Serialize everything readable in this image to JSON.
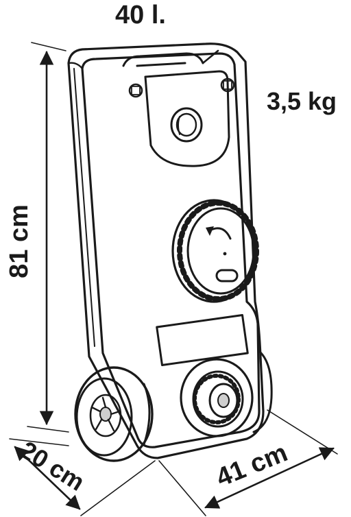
{
  "dimensions": {
    "volume": "40 l.",
    "weight": "3,5 kg",
    "height": "81 cm",
    "depth": "20 cm",
    "width": "41 cm"
  },
  "colors": {
    "ink": "#1a1a1a",
    "paper": "#ffffff",
    "shade": "#cfcfcf"
  },
  "icons": [
    "rotate-arrow-icon"
  ]
}
